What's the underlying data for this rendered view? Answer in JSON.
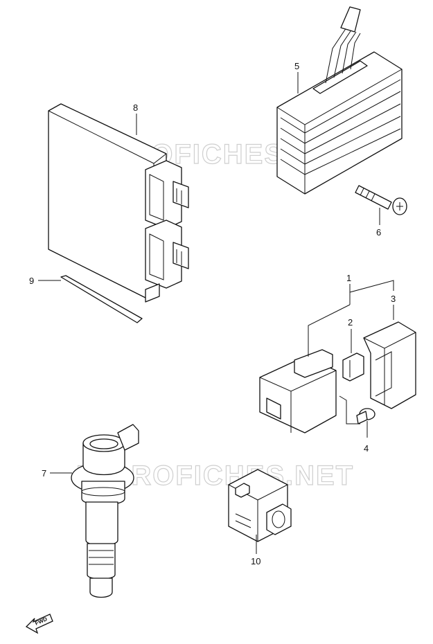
{
  "watermarks": [
    "MICROFICHES.NET",
    "MICROFICHES.NET"
  ],
  "labels": {
    "p1": "1",
    "p2": "2",
    "p3": "3",
    "p4": "4",
    "p5": "5",
    "p6": "6",
    "p7": "7",
    "p8": "8",
    "p9": "9",
    "p10": "10"
  },
  "fwd": "FWD"
}
